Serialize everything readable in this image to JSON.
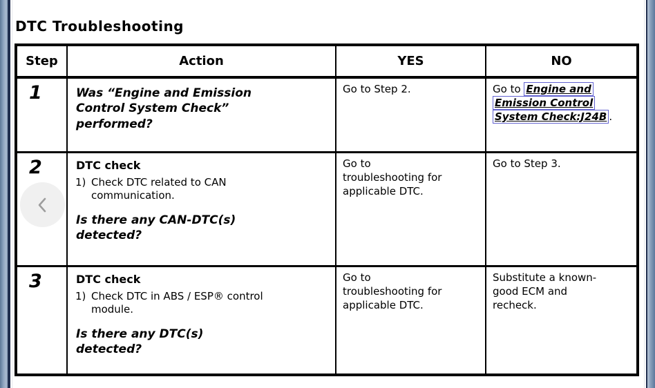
{
  "page": {
    "title": "DTC Troubleshooting"
  },
  "nav": {
    "back_icon": "chevron-left-icon"
  },
  "colors": {
    "link_box": "#6161d0",
    "edge_strip": "#8ea5c0",
    "edge_border": "#202e4e",
    "back_circle": "#f0f0f0",
    "chevron_gray": "#9d9d9d"
  },
  "table": {
    "headers": {
      "step": "Step",
      "action": "Action",
      "yes": "YES",
      "no": "NO"
    },
    "rows": [
      {
        "step": "1",
        "action": {
          "question": "Was “Engine and Emission\nControl System Check”\nperformed?"
        },
        "yes": {
          "text": "Go to Step 2."
        },
        "no": {
          "prefix": "Go to ",
          "link": "Engine and\nEmission Control\nSystem Check:J24B",
          "suffix": "."
        }
      },
      {
        "step": "2",
        "action": {
          "heading": "DTC check",
          "list": [
            {
              "num": "1)",
              "text": "Check DTC related to CAN\ncommunication."
            }
          ],
          "question": "Is there any CAN-DTC(s)\ndetected?"
        },
        "yes": {
          "text": "Go to\ntroubleshooting for\napplicable DTC."
        },
        "no": {
          "text": "Go to Step 3."
        }
      },
      {
        "step": "3",
        "action": {
          "heading": "DTC check",
          "list": [
            {
              "num": "1)",
              "text": "Check DTC in ABS / ESP® control\nmodule."
            }
          ],
          "question": "Is there any DTC(s)\ndetected?"
        },
        "yes": {
          "text": "Go to\ntroubleshooting for\napplicable DTC."
        },
        "no": {
          "text": "Substitute a known-\ngood ECM and\nrecheck."
        }
      }
    ]
  }
}
